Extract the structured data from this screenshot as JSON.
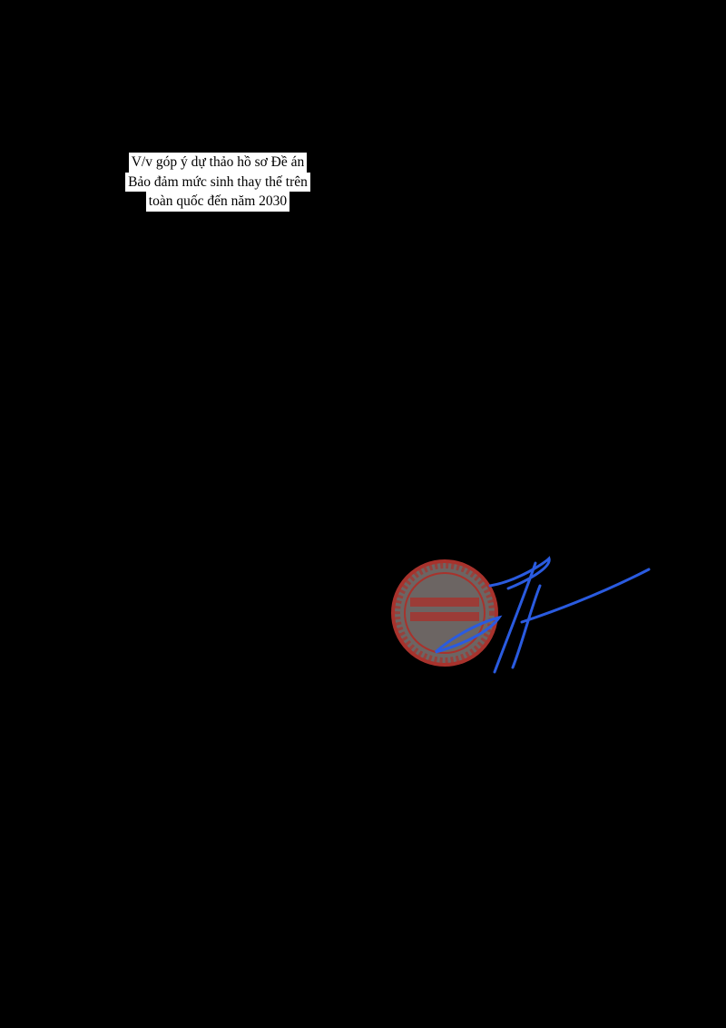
{
  "subject": {
    "lines": [
      "V/v góp ý dự thảo hồ sơ Đề án",
      "Bảo đảm mức sinh thay thế trên",
      "toàn quốc đến năm 2030"
    ]
  },
  "colors": {
    "page": "#000000",
    "stamp": "#a8322c",
    "signature": "#2a5be0"
  }
}
